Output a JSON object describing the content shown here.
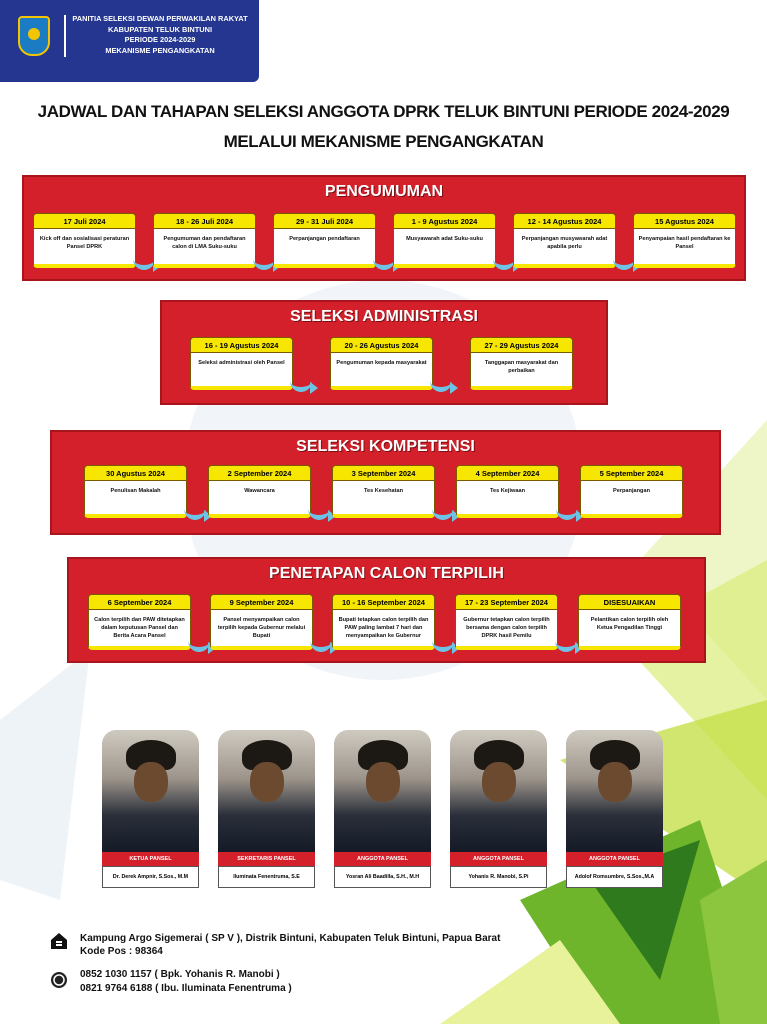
{
  "header": {
    "lines": [
      "PANITIA SELEKSI DEWAN PERWAKILAN RAKYAT",
      "KABUPATEN TELUK BINTUNI",
      "PERIODE 2024-2029",
      "MEKANISME PENGANGKATAN"
    ]
  },
  "title": {
    "line1": "JADWAL DAN TAHAPAN SELEKSI ANGGOTA DPRK TELUK BINTUNI PERIODE 2024-2029",
    "line2": "MELALUI MEKANISME PENGANGKATAN"
  },
  "sections": [
    {
      "title": "PENGUMUMAN",
      "items": [
        {
          "date": "17 Juli 2024",
          "text": "Kick off dan sosialisasi peraturan Pansel DPRK"
        },
        {
          "date": "18 - 26 Juli 2024",
          "text": "Pengumuman dan pendaftaran calon di LMA Suku-suku"
        },
        {
          "date": "29 - 31 Juli 2024",
          "text": "Perpanjangan pendaftaran"
        },
        {
          "date": "1 - 9 Agustus 2024",
          "text": "Musyawarah adat Suku-suku"
        },
        {
          "date": "12 - 14 Agustus 2024",
          "text": "Perpanjangan musyawarah adat apabila perlu"
        },
        {
          "date": "15 Agustus 2024",
          "text": "Penyampaian hasil pendaftaran ke Pansel"
        }
      ]
    },
    {
      "title": "SELEKSI ADMINISTRASI",
      "items": [
        {
          "date": "16 - 19 Agustus 2024",
          "text": "Seleksi administrasi oleh Pansel"
        },
        {
          "date": "20 - 26 Agustus 2024",
          "text": "Pengumuman kepada masyarakat"
        },
        {
          "date": "27 - 29 Agustus 2024",
          "text": "Tanggapan masyarakat dan perbaikan"
        }
      ]
    },
    {
      "title": "SELEKSI KOMPETENSI",
      "items": [
        {
          "date": "30 Agustus 2024",
          "text": "Penulisan Makalah"
        },
        {
          "date": "2 September 2024",
          "text": "Wawancara"
        },
        {
          "date": "3 September 2024",
          "text": "Tes Kesehatan"
        },
        {
          "date": "4 September 2024",
          "text": "Tes Kejiwaan"
        },
        {
          "date": "5 September 2024",
          "text": "Perpanjangan"
        }
      ]
    },
    {
      "title": "PENETAPAN CALON TERPILIH",
      "items": [
        {
          "date": "6 September 2024",
          "text": "Calon terpilih dan PAW ditetapkan dalam keputusan Pansel dan Berita Acara Pansel"
        },
        {
          "date": "9 September 2024",
          "text": "Pansel menyampaikan calon terpilih kepada Gubernur melalui Bupati"
        },
        {
          "date": "10 - 16 September 2024",
          "text": "Bupati tetapkan calon terpilih dan PAW paling lambat 7 hari dan menyampaikan ke Gubernur"
        },
        {
          "date": "17 - 23 September 2024",
          "text": "Gubernur tetapkan calon terpilih bersama dengan calon terpilih DPRK hasil Pemilu"
        },
        {
          "date": "DISESUAIKAN",
          "text": "Pelantikan calon terpilih oleh Ketua Pengadilan Tinggi"
        }
      ]
    }
  ],
  "committee": [
    {
      "role": "KETUA PANSEL",
      "name": "Dr. Derek Ampnir, S.Sos., M.M"
    },
    {
      "role": "SEKRETARIS PANSEL",
      "name": "Iluminata Fenentruma, S.E"
    },
    {
      "role": "ANGGOTA PANSEL",
      "name": "Yosran Ali Baadilla, S.H., M.H"
    },
    {
      "role": "ANGGOTA PANSEL",
      "name": "Yohanis R. Manobi, S.Pi"
    },
    {
      "role": "ANGGOTA PANSEL",
      "name": "Adolof Romsumbre, S.Sos.,M.A"
    }
  ],
  "footer": {
    "address": "Kampung Argo Sigemerai ( SP V ), Distrik Bintuni, Kabupaten Teluk Bintuni, Papua Barat",
    "postal": "Kode Pos : 98364",
    "phone1": "0852 1030 1157 ( Bpk. Yohanis R. Manobi )",
    "phone2": "0821 9764 6188 ( Ibu. Iluminata Fenentruma )"
  },
  "colors": {
    "red": "#d4202a",
    "yellow": "#f6e600",
    "navy": "#24368f",
    "arrow": "#6cc3e6"
  }
}
